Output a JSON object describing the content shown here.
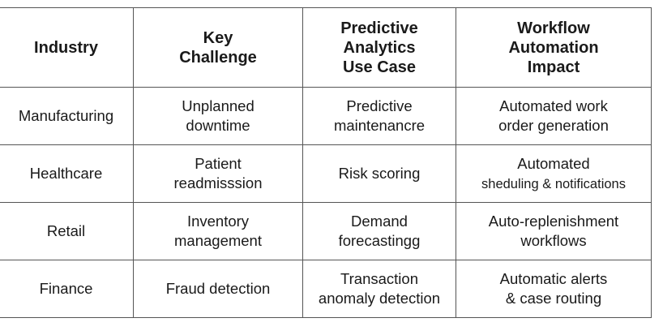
{
  "table": {
    "headers": [
      [
        "Industry"
      ],
      [
        "Key",
        "Challenge"
      ],
      [
        "Predictive",
        "Analytics",
        "Use Case"
      ],
      [
        "Workflow",
        "Automation",
        "Impact"
      ]
    ],
    "rows": [
      [
        [
          "Manufacturing"
        ],
        [
          "Unplanned",
          "downtime"
        ],
        [
          "Predictive",
          "maintenancre"
        ],
        [
          "Automated work",
          "order generation"
        ]
      ],
      [
        [
          "Healthcare"
        ],
        [
          "Patient",
          "readmisssion"
        ],
        [
          "Risk scoring"
        ],
        [
          "Automated",
          "sheduling & notifications"
        ]
      ],
      [
        [
          "Retail"
        ],
        [
          "Inventory",
          "management"
        ],
        [
          "Demand",
          "forecastingg"
        ],
        [
          "Auto-replenishment",
          "workflows"
        ]
      ],
      [
        [
          "Finance"
        ],
        [
          "Fraud detection"
        ],
        [
          "Transaction",
          "anomaly detection"
        ],
        [
          "Automatic alerts",
          "& case routing"
        ]
      ]
    ]
  }
}
